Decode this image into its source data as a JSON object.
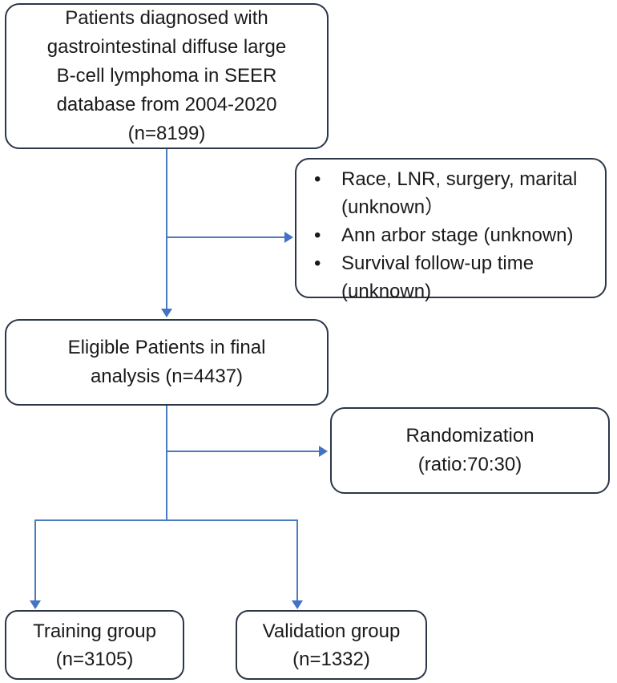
{
  "colors": {
    "box_border": "#2b3647",
    "connector_blue": "#4a7bc0",
    "arrowhead_blue": "#4472c4",
    "text": "#1a1a1a",
    "background": "#ffffff"
  },
  "nodes": {
    "patients": {
      "lines": [
        "Patients diagnosed with",
        "gastrointestinal diffuse large",
        "B-cell lymphoma in SEER",
        "database from 2004-2020",
        "(n=8199)"
      ]
    },
    "exclusions": {
      "items": [
        "Race, LNR, surgery, marital (unknown）",
        "Ann arbor stage (unknown)",
        "Survival follow-up time (unknown)"
      ]
    },
    "eligible": {
      "lines": [
        "Eligible Patients in final",
        "analysis (n=4437)"
      ]
    },
    "randomization": {
      "lines": [
        "Randomization",
        "(ratio:70:30)"
      ]
    },
    "training": {
      "lines": [
        "Training group",
        "(n=3105)"
      ]
    },
    "validation": {
      "lines": [
        "Validation group",
        "(n=1332)"
      ]
    }
  }
}
